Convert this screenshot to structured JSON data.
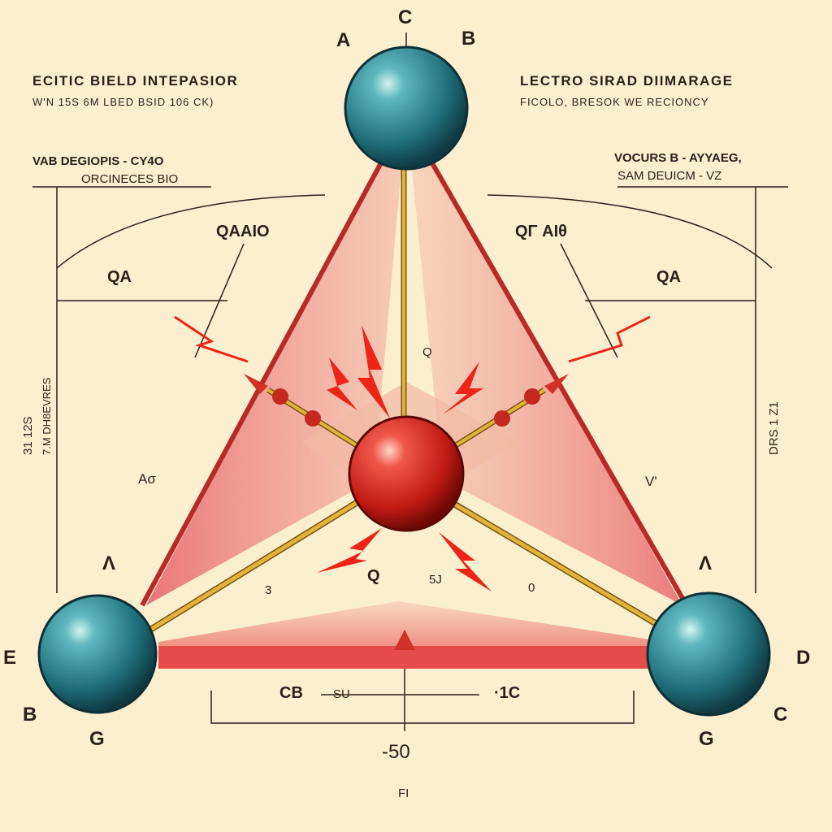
{
  "header": {
    "left_title": "ECITIC BIELD INTEPASIOR",
    "left_subtitle": "W'N 15S 6M LBED BSID 106 CK)",
    "right_title": "LECTRO SIRAD DIIMARAGE",
    "right_subtitle": "FICOLO, BRESOK WE RECIONCY"
  },
  "vertex_labels": {
    "top_a": "A",
    "top_c": "C",
    "top_b": "B",
    "left_lambda": "Λ",
    "left_e": "E",
    "left_b": "B",
    "left_g": "G",
    "right_lambda": "Λ",
    "right_d": "D",
    "right_c": "C",
    "right_g": "G"
  },
  "annotations": {
    "left_note_1": "VAB DEGIOPIS - CY4O",
    "left_note_2": "ORCINECES BIO",
    "right_note_1": "VOCURS B - AYYAEG,",
    "right_note_2": "SAM DEUICM - VZ",
    "qa_left_upper": "QAAIO",
    "qa_right_upper": "QΓ AIθ",
    "qa_left": "QA",
    "qa_right": "QA",
    "ao_left": "Aσ",
    "v_right": "V'",
    "left_vertical_1": "31 12S",
    "left_vertical_2": "7.M DH8EVRES",
    "right_vertical_1": "DRS 1 Z1",
    "q_bottom": "Q",
    "num_3": "3",
    "five_j": "5J",
    "zero": "0",
    "q_center": "Q",
    "cb_label": "CB",
    "su_label": "SU",
    "ic_label": "·1C",
    "bottom_value": "-50",
    "bottom_fi": "FI"
  },
  "colors": {
    "background": "#fbefcf",
    "sphere_blue": "#2e8f9a",
    "sphere_red": "#d8241c",
    "rod_gold": "#c99a1e",
    "face_pink": "#e9787a",
    "spark_red": "#ee2418",
    "ink": "#2a1f1a"
  }
}
